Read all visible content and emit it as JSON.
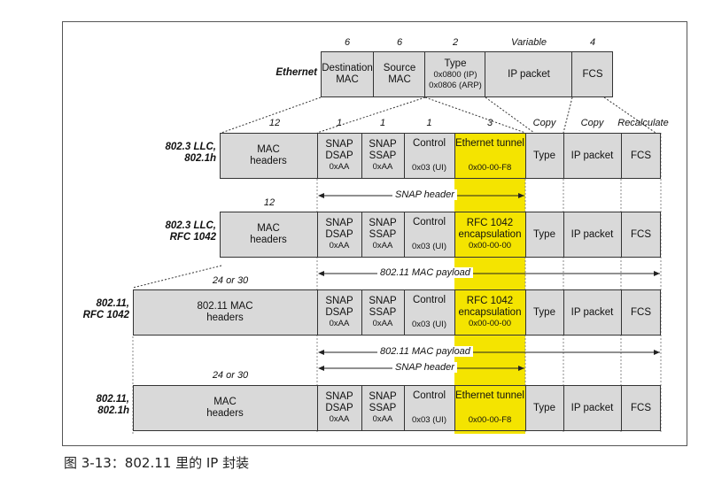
{
  "ethernet": {
    "label": "Ethernet",
    "sizes": [
      "6",
      "6",
      "2",
      "Variable",
      "4"
    ],
    "fields": [
      {
        "l1": "Destination",
        "l2": "MAC",
        "l3": ""
      },
      {
        "l1": "Source",
        "l2": "MAC",
        "l3": ""
      },
      {
        "l1": "Type",
        "l2": "0x0800 (IP)",
        "l3": "0x0806 (ARP)"
      },
      {
        "l1": "IP packet",
        "l2": "",
        "l3": ""
      },
      {
        "l1": "FCS",
        "l2": "",
        "l3": ""
      }
    ]
  },
  "column_headers": {
    "snap_dsap_size": "1",
    "snap_ssap_size": "1",
    "control_size": "1",
    "tunnel_size": "3",
    "copy1": "Copy",
    "copy2": "Copy",
    "recalc": "Recalculate"
  },
  "rows": [
    {
      "label1": "802.3 LLC,",
      "label2": "802.1h",
      "mac_size": "12",
      "mac_l1": "MAC",
      "mac_l2": "headers",
      "dsap": [
        "SNAP",
        "DSAP",
        "0xAA"
      ],
      "ssap": [
        "SNAP",
        "SSAP",
        "0xAA"
      ],
      "control": [
        "Control",
        "0x03 (UI)"
      ],
      "encap": [
        "Ethernet tunnel",
        "",
        "0x00-00-F8"
      ],
      "type": "Type",
      "ip": "IP packet",
      "fcs": "FCS"
    },
    {
      "label1": "802.3 LLC,",
      "label2": "RFC 1042",
      "mac_size": "12",
      "mac_l1": "MAC",
      "mac_l2": "headers",
      "dsap": [
        "SNAP",
        "DSAP",
        "0xAA"
      ],
      "ssap": [
        "SNAP",
        "SSAP",
        "0xAA"
      ],
      "control": [
        "Control",
        "0x03 (UI)"
      ],
      "encap": [
        "RFC 1042",
        "encapsulation",
        "0x00-00-00"
      ],
      "type": "Type",
      "ip": "IP packet",
      "fcs": "FCS"
    },
    {
      "label1": "802.11,",
      "label2": "RFC 1042",
      "mac_size": "24 or 30",
      "mac_l1": "802.11 MAC",
      "mac_l2": "headers",
      "dsap": [
        "SNAP",
        "DSAP",
        "0xAA"
      ],
      "ssap": [
        "SNAP",
        "SSAP",
        "0xAA"
      ],
      "control": [
        "Control",
        "0x03 (UI)"
      ],
      "encap": [
        "RFC 1042",
        "encapsulation",
        "0x00-00-00"
      ],
      "type": "Type",
      "ip": "IP packet",
      "fcs": "FCS"
    },
    {
      "label1": "802.11,",
      "label2": "802.1h",
      "mac_size": "24 or 30",
      "mac_l1": "MAC",
      "mac_l2": "headers",
      "dsap": [
        "SNAP",
        "DSAP",
        "0xAA"
      ],
      "ssap": [
        "SNAP",
        "SSAP",
        "0xAA"
      ],
      "control": [
        "Control",
        "0x03 (UI)"
      ],
      "encap": [
        "Ethernet tunnel",
        "",
        "0x00-00-F8"
      ],
      "type": "Type",
      "ip": "IP packet",
      "fcs": "FCS"
    }
  ],
  "arrows": {
    "snap_header_1": "SNAP header",
    "payload_1": "802.11 MAC payload",
    "payload_2": "802.11 MAC payload",
    "snap_header_2": "SNAP header"
  },
  "colors": {
    "highlight": "#f4e400",
    "box": "#d9d9d9"
  },
  "caption": "图 3-13：802.11 里的 IP 封装"
}
